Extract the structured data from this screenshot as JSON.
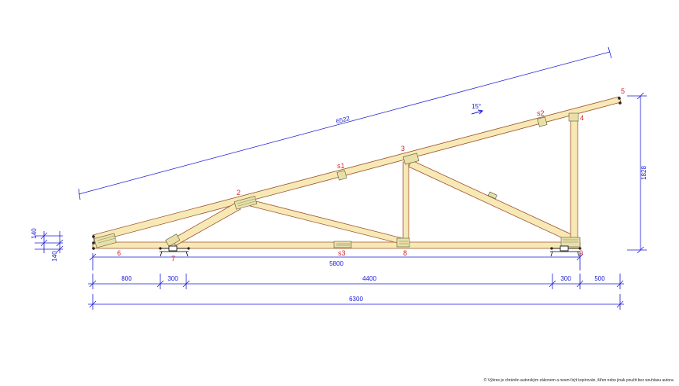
{
  "drawing": {
    "span_label": "5800",
    "total_label": "6300",
    "height_label": "1828",
    "rafter_length_label": "6522",
    "angle_label": "15°",
    "left_top_dim": "140",
    "left_bottom_dim": "140",
    "bottom_dims": [
      "800",
      "300",
      "4400",
      "300",
      "500"
    ],
    "nodes": {
      "n2": "2",
      "n3": "3",
      "n4": "4",
      "n5": "5",
      "n6": "6",
      "n7": "7",
      "n8": "8",
      "n9": "9",
      "s1": "s1",
      "s2": "s2",
      "s3": "s3"
    }
  },
  "footer": {
    "copyright": "© Výkres je chráněn autorským zákonem a nesmí být kopírován, šířen nebo jinak použit bez souhlasu autora."
  }
}
